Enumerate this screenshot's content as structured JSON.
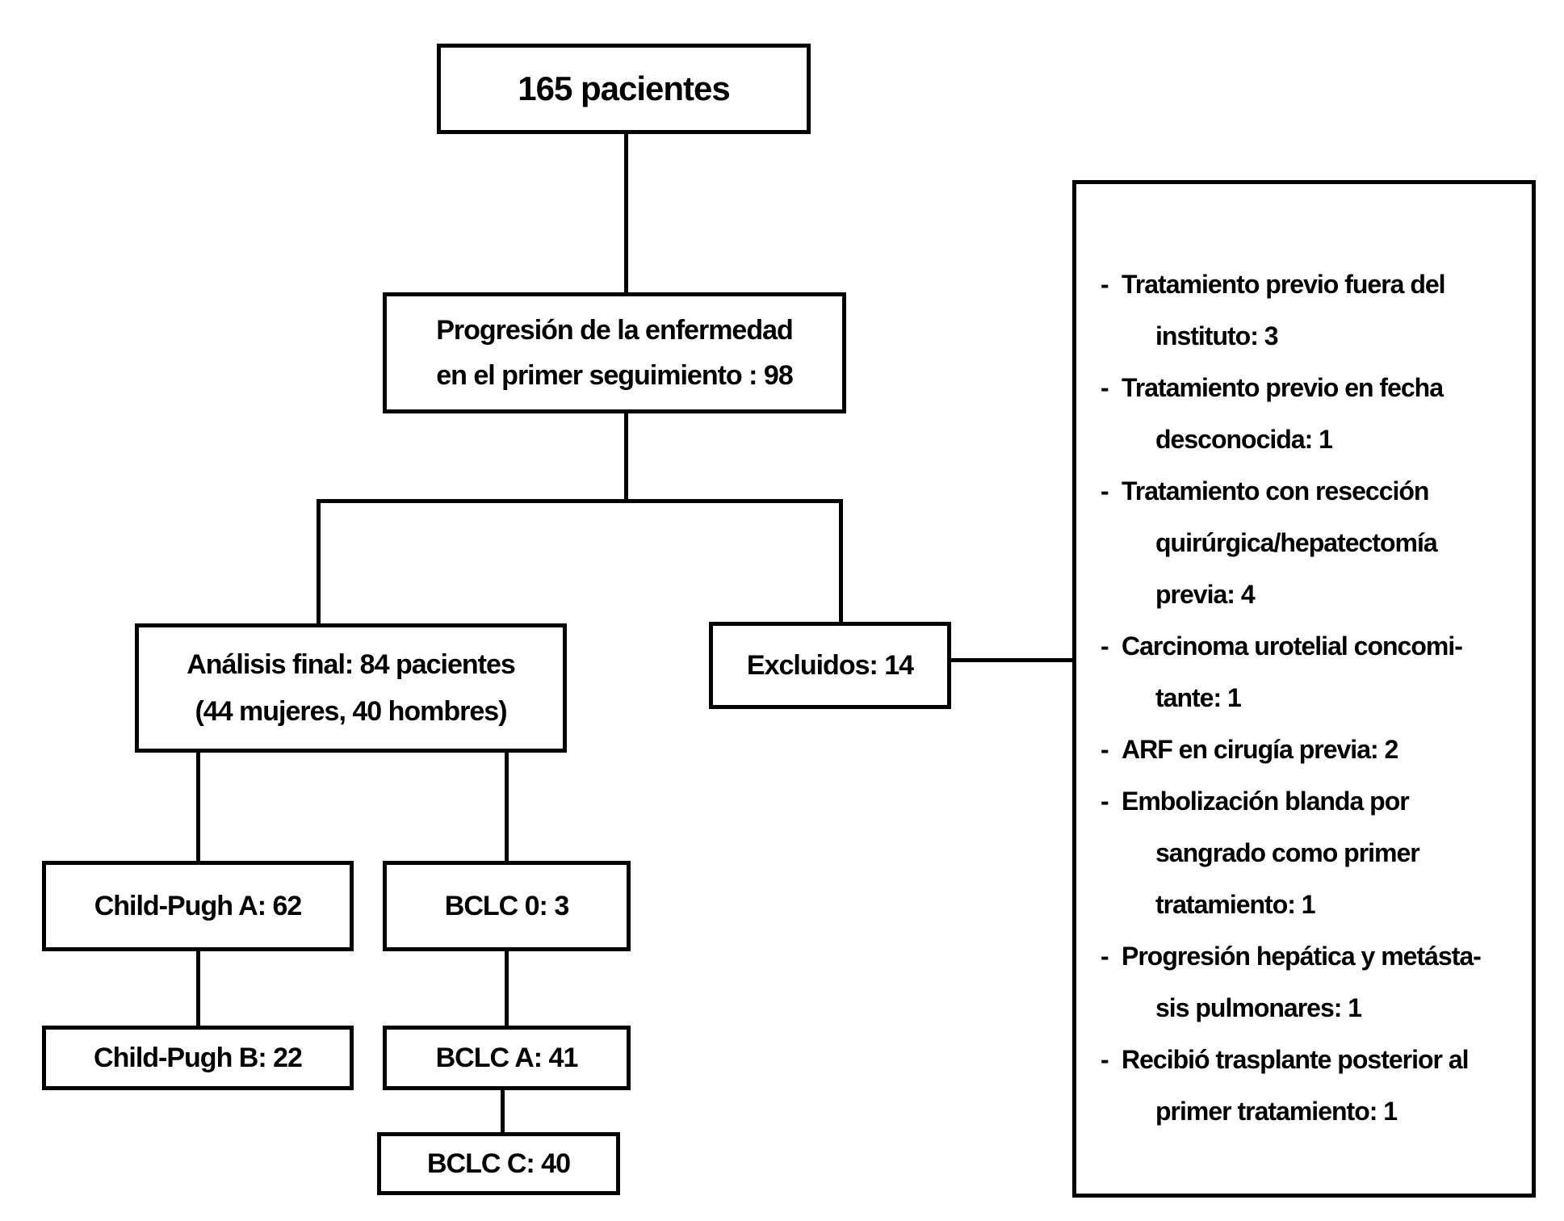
{
  "canvas": {
    "background_color": "#ffffff",
    "ink_color": "#000000"
  },
  "flowchart": {
    "patients_box": {
      "label": "165 pacientes"
    },
    "progression_box": {
      "lines": [
        "Progresión de la enfermedad",
        "en el primer seguimiento : 98"
      ]
    },
    "final_analysis_box": {
      "lines": [
        "Análisis final: 84 pacientes",
        "(44 mujeres, 40 hombres)"
      ]
    },
    "excluded_box": {
      "label": "Excluidos: 14"
    },
    "child_pugh_a_box": {
      "label": "Child-Pugh A: 62"
    },
    "child_pugh_b_box": {
      "label": "Child-Pugh B: 22"
    },
    "bclc_0_box": {
      "label": "BCLC 0: 3"
    },
    "bclc_a_box": {
      "label": "BCLC A: 41"
    },
    "bclc_c_box": {
      "label": "BCLC C: 40"
    }
  },
  "exclusion_panel": {
    "bullet": "-",
    "items": [
      {
        "lines": [
          "Tratamiento previo fuera del",
          "instituto: 3"
        ]
      },
      {
        "lines": [
          "Tratamiento previo en fecha",
          "desconocida: 1"
        ]
      },
      {
        "lines": [
          "Tratamiento con resección",
          "quirúrgica/hepatectomía",
          "previa: 4"
        ]
      },
      {
        "lines": [
          "Carcinoma urotelial concomi-",
          "tante: 1"
        ]
      },
      {
        "lines": [
          "ARF en cirugía previa: 2"
        ]
      },
      {
        "lines": [
          "Embolización blanda por",
          "sangrado como primer",
          "tratamiento: 1"
        ]
      },
      {
        "lines": [
          "Progresión hepática y metásta-",
          "sis pulmonares: 1"
        ]
      },
      {
        "lines": [
          "Recibió trasplante posterior al",
          "primer tratamiento: 1"
        ]
      }
    ]
  }
}
